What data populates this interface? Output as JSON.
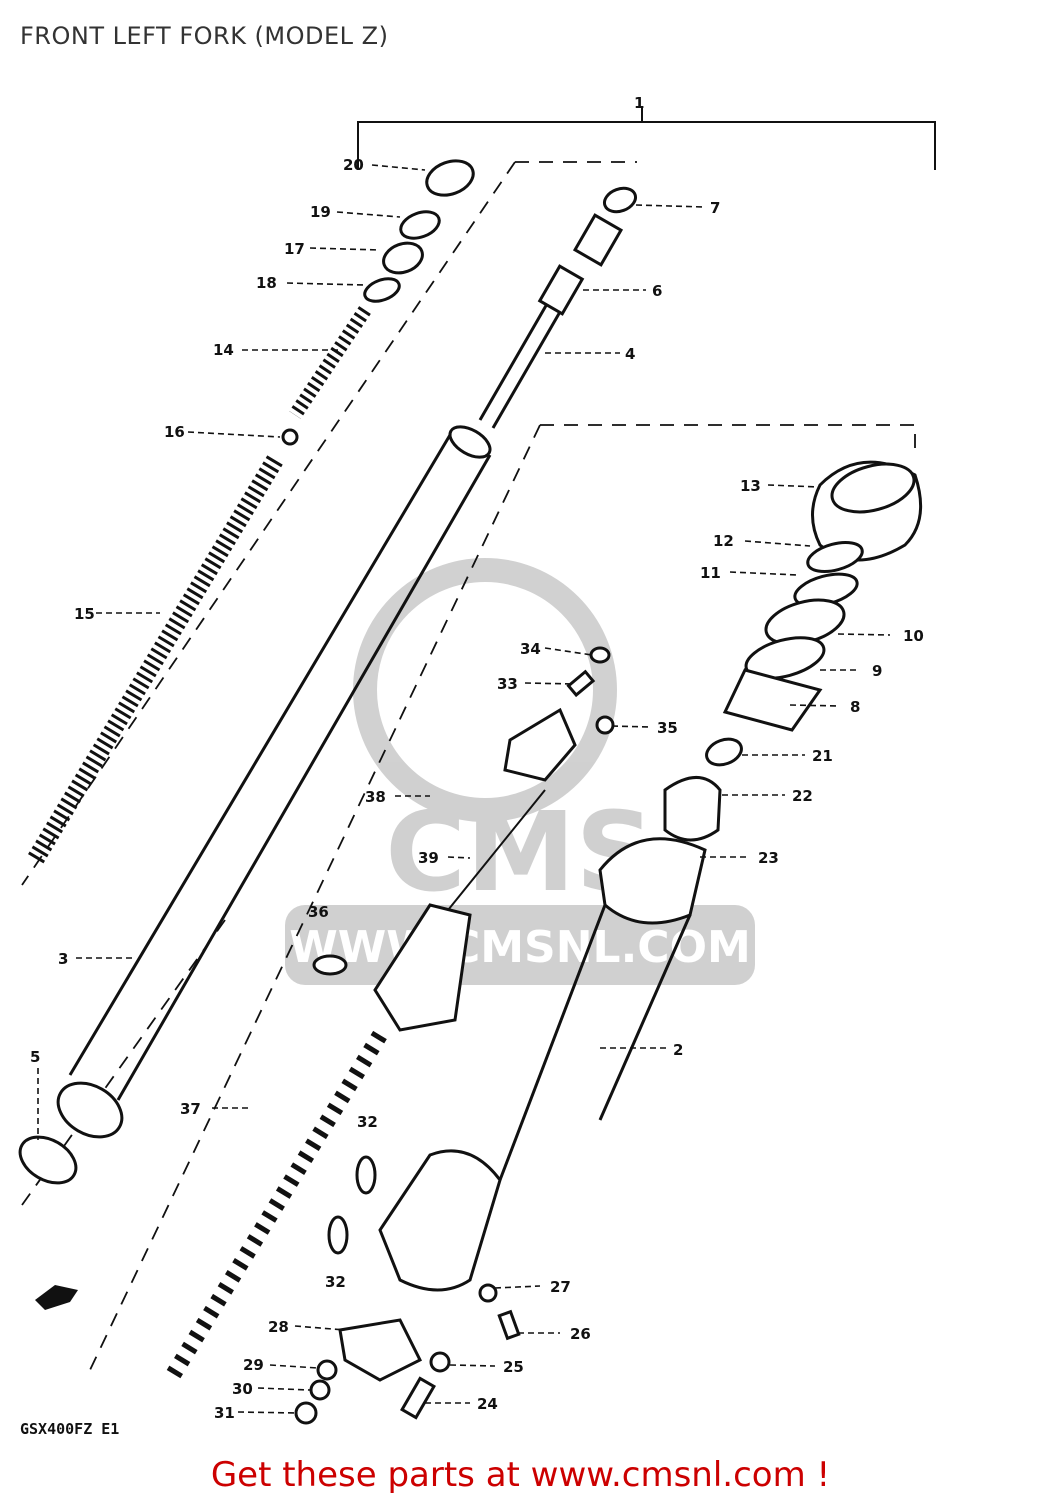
{
  "title": "FRONT LEFT FORK (MODEL Z)",
  "drawing_code": "GSX400FZ E1",
  "watermark": {
    "text": "WWW.CMSNL.COM",
    "logo_letters": "CMS"
  },
  "footer": {
    "link_text": "Get these parts at www.cmsnl.com !",
    "color": "#cc0000"
  },
  "callouts": {
    "p1": "1",
    "p2": "2",
    "p3": "3",
    "p4": "4",
    "p5": "5",
    "p6": "6",
    "p7": "7",
    "p8": "8",
    "p9": "9",
    "p10": "10",
    "p11": "11",
    "p12": "12",
    "p13": "13",
    "p14": "14",
    "p15": "15",
    "p16": "16",
    "p17": "17",
    "p18": "18",
    "p19": "19",
    "p20": "20",
    "p21": "21",
    "p22": "22",
    "p23": "23",
    "p24": "24",
    "p25": "25",
    "p26": "26",
    "p27": "27",
    "p28": "28",
    "p29": "29",
    "p30": "30",
    "p31": "31",
    "p32a": "32",
    "p32b": "32",
    "p33": "33",
    "p34": "34",
    "p35": "35",
    "p36": "36",
    "p37": "37",
    "p38": "38",
    "p39": "39"
  }
}
